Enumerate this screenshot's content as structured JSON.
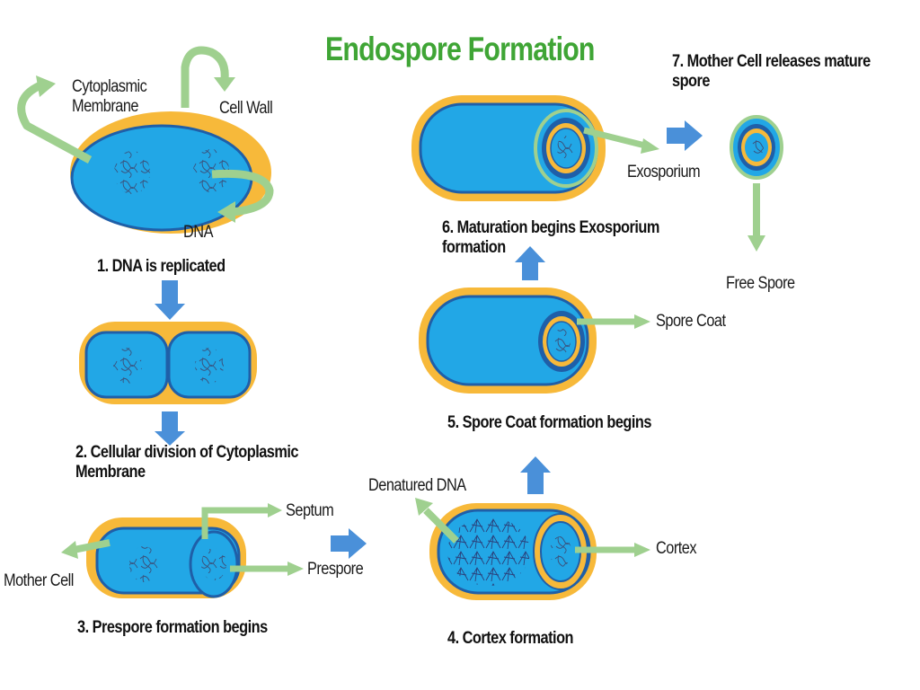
{
  "title": "Endospore Formation",
  "steps": {
    "s1": "1. DNA is replicated",
    "s2": "2. Cellular division of Cytoplasmic Membrane",
    "s3": "3. Prespore formation begins",
    "s4": "4. Cortex formation",
    "s5": "5. Spore Coat formation begins",
    "s6": "6. Maturation begins Exosporium formation",
    "s7": "7. Mother Cell releases mature spore"
  },
  "labels": {
    "cytoplasmic_membrane": "Cytoplasmic Membrane",
    "cell_wall": "Cell Wall",
    "dna": "DNA",
    "septum": "Septum",
    "prespore": "Prespore",
    "mother_cell": "Mother Cell",
    "denatured_dna": "Denatured DNA",
    "cortex": "Cortex",
    "spore_coat": "Spore Coat",
    "exosporium": "Exosporium",
    "free_spore": "Free Spore"
  },
  "colors": {
    "title": "#3fa535",
    "cell_wall": "#f7b93a",
    "cytoplasm": "#22a7e6",
    "membrane_outline": "#1f5fa8",
    "label_arrow": "#9fd08f",
    "flow_arrow": "#4a90d9"
  }
}
